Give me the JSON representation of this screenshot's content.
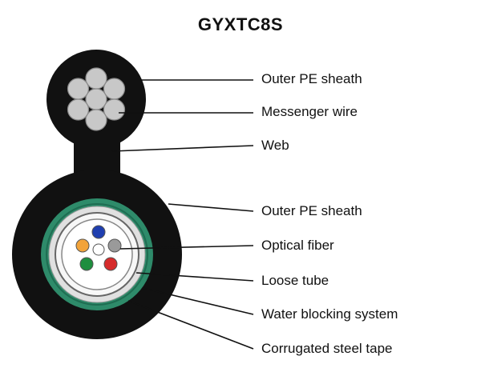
{
  "title": "GYXTC8S",
  "labels": {
    "outer_pe_sheath_top": "Outer PE sheath",
    "messenger_wire": "Messenger wire",
    "web": "Web",
    "outer_pe_sheath": "Outer PE sheath",
    "optical_fiber": "Optical fiber",
    "loose_tube": "Loose tube",
    "water_blocking_system": "Water blocking system",
    "corrugated_steel_tape": "Corrugated steel tape"
  },
  "colors": {
    "sheath": "#111111",
    "messenger_strand": "#c8c8c8",
    "steel_tape": "#2e8b6a",
    "water_blocking": "#d9d9d9",
    "fiber_blue": "#1f3fb0",
    "fiber_orange": "#f2a33a",
    "fiber_white": "#ffffff",
    "fiber_grey": "#9a9a9a",
    "fiber_green": "#1e8e3e",
    "fiber_red": "#d62b2b"
  }
}
